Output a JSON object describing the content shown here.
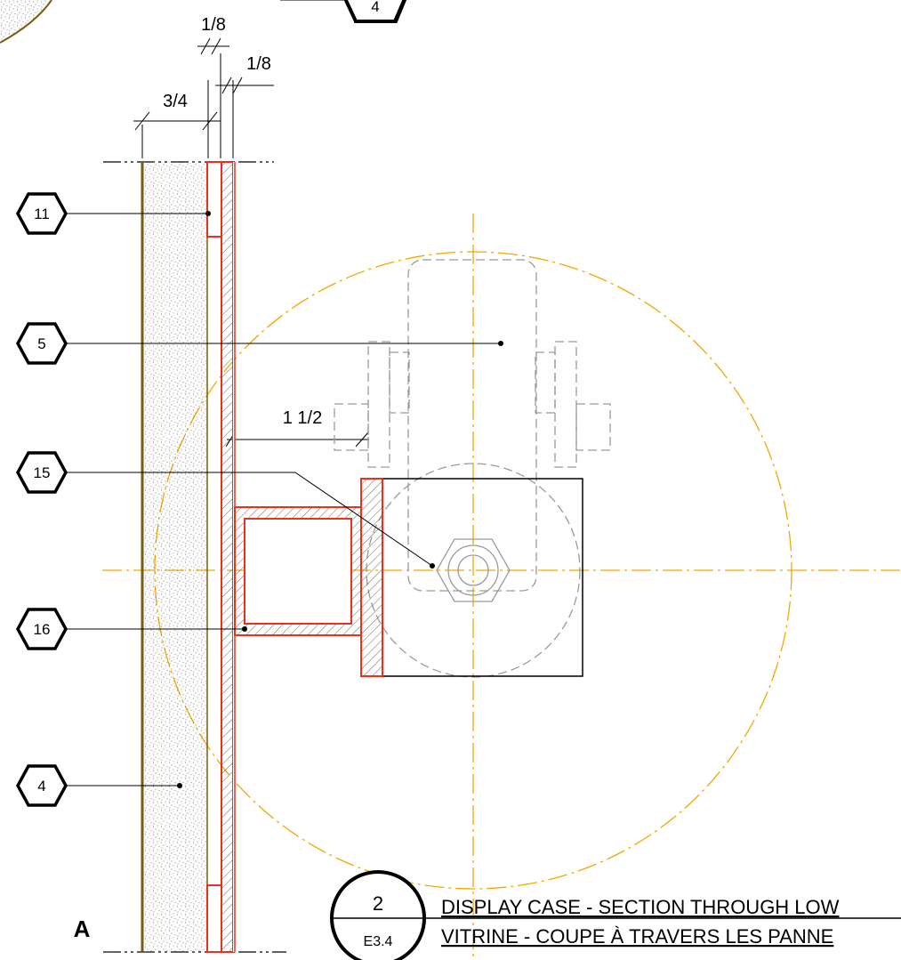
{
  "dimensions": {
    "d1": "1/8",
    "d2": "1/8",
    "d3": "3/4",
    "d4": "1 1/2"
  },
  "callouts": {
    "top": "4",
    "c11": "11",
    "c5": "5",
    "c15": "15",
    "c16": "16",
    "c4": "4"
  },
  "section_label": "A",
  "title_block": {
    "detail_number": "2",
    "sheet": "E3.4",
    "title_en": "DISPLAY CASE - SECTION THROUGH LOW",
    "title_fr": "VITRINE - COUPE À TRAVERS LES PANNE"
  },
  "colors": {
    "cut_outline": "#e8321e",
    "center_line": "#f0a800",
    "hidden_line": "#9a9a9a",
    "panel_edge": "#7a5c10"
  }
}
